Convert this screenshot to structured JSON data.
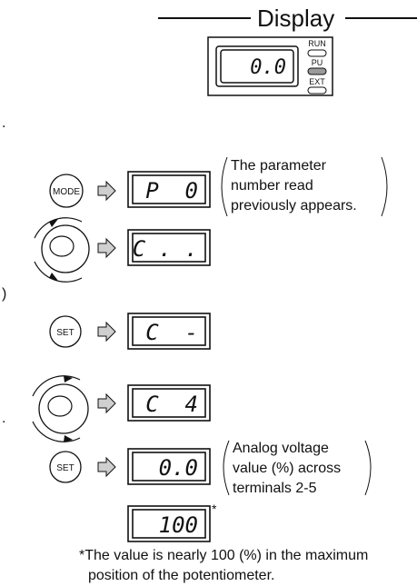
{
  "header": {
    "title": "Display"
  },
  "panel": {
    "readout": "0.0",
    "indicators": [
      "RUN",
      "PU",
      "EXT"
    ]
  },
  "edge_marks": [
    ".",
    ")",
    "."
  ],
  "steps": [
    {
      "control": "MODE",
      "display": "P  0",
      "note": [
        "The parameter",
        "number read",
        "previously appears."
      ]
    },
    {
      "control": "dial-ccw",
      "display": "C . ."
    },
    {
      "control": "SET",
      "display": "C  -"
    },
    {
      "control": "dial-cw",
      "display": "C  4"
    },
    {
      "control": "SET",
      "display": "0.0",
      "note": [
        "Analog voltage",
        "value (%) across",
        "terminals 2-5"
      ]
    },
    {
      "control": "",
      "display": "100",
      "footnote_mark": "*"
    }
  ],
  "footnote": {
    "line1": "*The value is nearly 100 (%) in the maximum",
    "line2": "position of the potentiometer."
  }
}
